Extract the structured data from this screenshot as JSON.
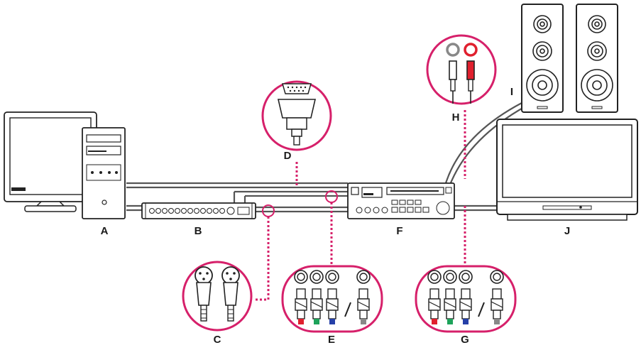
{
  "labels": {
    "A": "A",
    "B": "B",
    "C": "C",
    "D": "D",
    "E": "E",
    "F": "F",
    "G": "G",
    "H": "H",
    "I": "I",
    "J": "J"
  },
  "colors": {
    "accent": "#d6206a",
    "callout_fill": "#ffffff",
    "outline": "#222222",
    "cable": "#555555",
    "red": "#e0202e",
    "green": "#1da35a",
    "blue": "#2540a8",
    "gray": "#888888"
  },
  "icons": {
    "A": "desktop-computer-with-monitor",
    "B": "audio-video-breakout-box",
    "C": "xlr-connectors",
    "D": "serial-9-pin-connector",
    "E": "component-video-bnc-connectors",
    "F": "professional-video-deck",
    "G": "component-video-bnc-connectors",
    "H": "rca-audio-connectors",
    "I": "speakers",
    "J": "television-monitor"
  }
}
